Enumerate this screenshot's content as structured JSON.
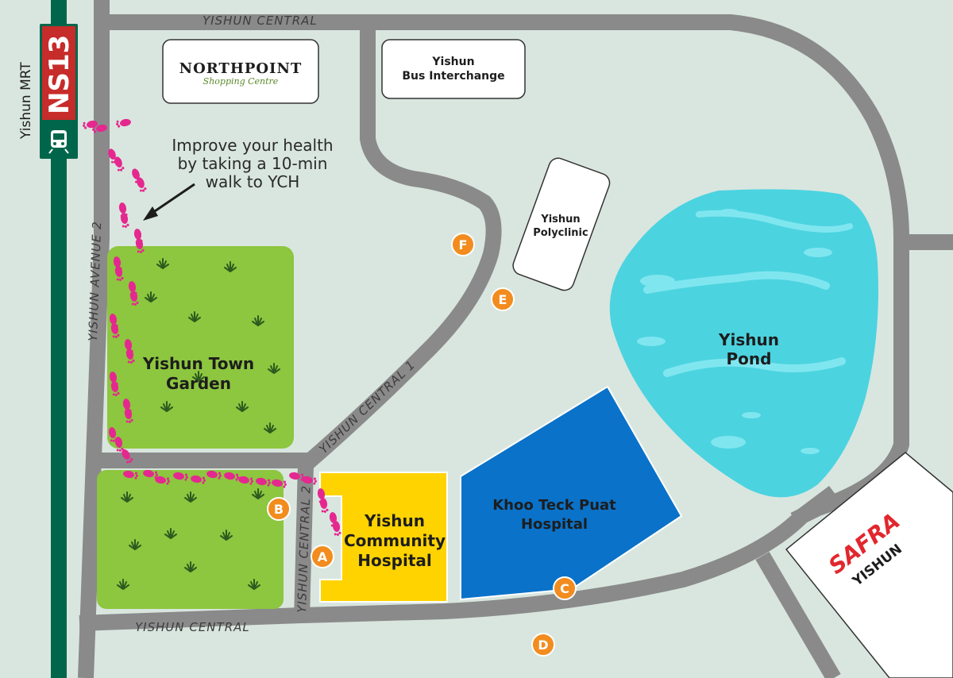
{
  "roads": {
    "yishun_central_top": "YISHUN CENTRAL",
    "yishun_central_bottom": "YISHUN CENTRAL",
    "yishun_avenue_2": "YISHUN AVENUE 2",
    "yishun_central_1": "YISHUN CENTRAL 1",
    "yishun_central_2": "YISHUN CENTRAL 2"
  },
  "mrt": {
    "station_name": "Yishun MRT",
    "station_code": "NS13",
    "colors": {
      "line": "#00664b",
      "code_bg": "#c62c2a"
    },
    "icon": "train-icon"
  },
  "places": {
    "northpoint": {
      "title": "NORTHPOINT",
      "subtitle": "Shopping Centre"
    },
    "bus_interchange": {
      "line1": "Yishun",
      "line2": "Bus Interchange"
    },
    "polyclinic": {
      "line1": "Yishun",
      "line2": "Polyclinic"
    },
    "pond": {
      "line1": "Yishun",
      "line2": "Pond"
    },
    "town_garden": {
      "line1": "Yishun Town",
      "line2": "Garden"
    },
    "community_hospital": {
      "line1": "Yishun",
      "line2": "Community",
      "line3": "Hospital"
    },
    "ktph": {
      "line1": "Khoo Teck Puat",
      "line2": "Hospital"
    },
    "safra": {
      "line1": "SAFRA",
      "line2": "YISHUN"
    }
  },
  "annotation": {
    "line1": "Improve your health",
    "line2": "by taking a 10-min",
    "line3": "walk to YCH",
    "icon": "arrow-icon"
  },
  "markers": [
    {
      "label": "A"
    },
    {
      "label": "B"
    },
    {
      "label": "C"
    },
    {
      "label": "D"
    },
    {
      "label": "E"
    },
    {
      "label": "F"
    }
  ],
  "colors": {
    "background": "#d9e6df",
    "road": "#8a8a8a",
    "garden": "#8dc63f",
    "pond": "#4cd3e0",
    "ych": "#ffd300",
    "ktph": "#0a72c9",
    "marker": "#f28c1e",
    "footprints": "#e5288f",
    "safra_red": "#e1272d"
  },
  "footprints_icon": "footprints-icon"
}
